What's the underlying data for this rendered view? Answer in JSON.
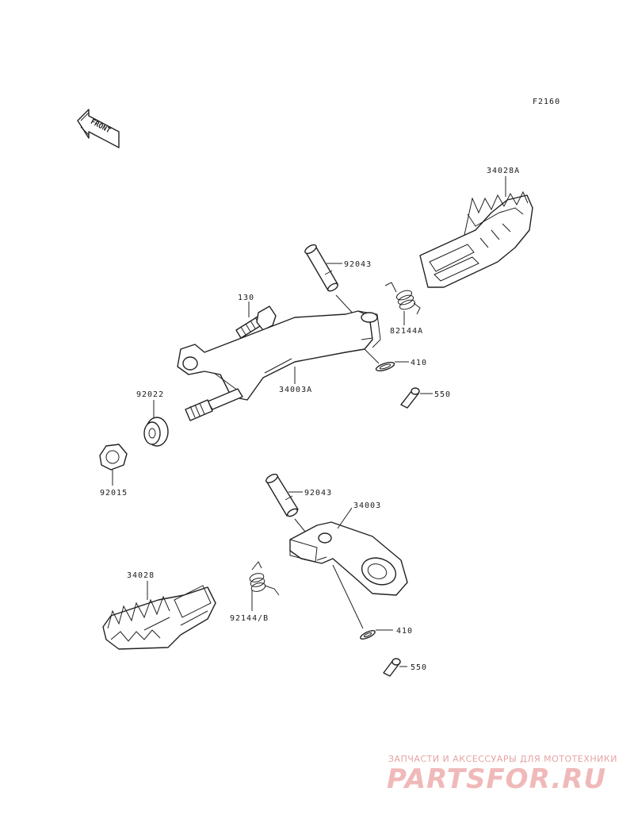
{
  "figure_code": "F2160",
  "front_arrow": "FRONT",
  "parts": [
    {
      "id": "p1",
      "label": "34028A"
    },
    {
      "id": "p2",
      "label": "92043"
    },
    {
      "id": "p3",
      "label": "130"
    },
    {
      "id": "p4",
      "label": "82144A"
    },
    {
      "id": "p5",
      "label": "410"
    },
    {
      "id": "p6",
      "label": "34003A"
    },
    {
      "id": "p7",
      "label": "550"
    },
    {
      "id": "p8",
      "label": "92022"
    },
    {
      "id": "p9",
      "label": "92015"
    },
    {
      "id": "p10",
      "label": "92043"
    },
    {
      "id": "p11",
      "label": "34003"
    },
    {
      "id": "p12",
      "label": "34028"
    },
    {
      "id": "p13",
      "label": "92144/B"
    },
    {
      "id": "p14",
      "label": "410"
    },
    {
      "id": "p15",
      "label": "550"
    }
  ],
  "watermark": {
    "tagline": "ЗАПЧАСТИ И АКСЕССУАРЫ ДЛЯ МОТОТЕХНИКИ",
    "logo": "PARTSFOR.RU"
  }
}
